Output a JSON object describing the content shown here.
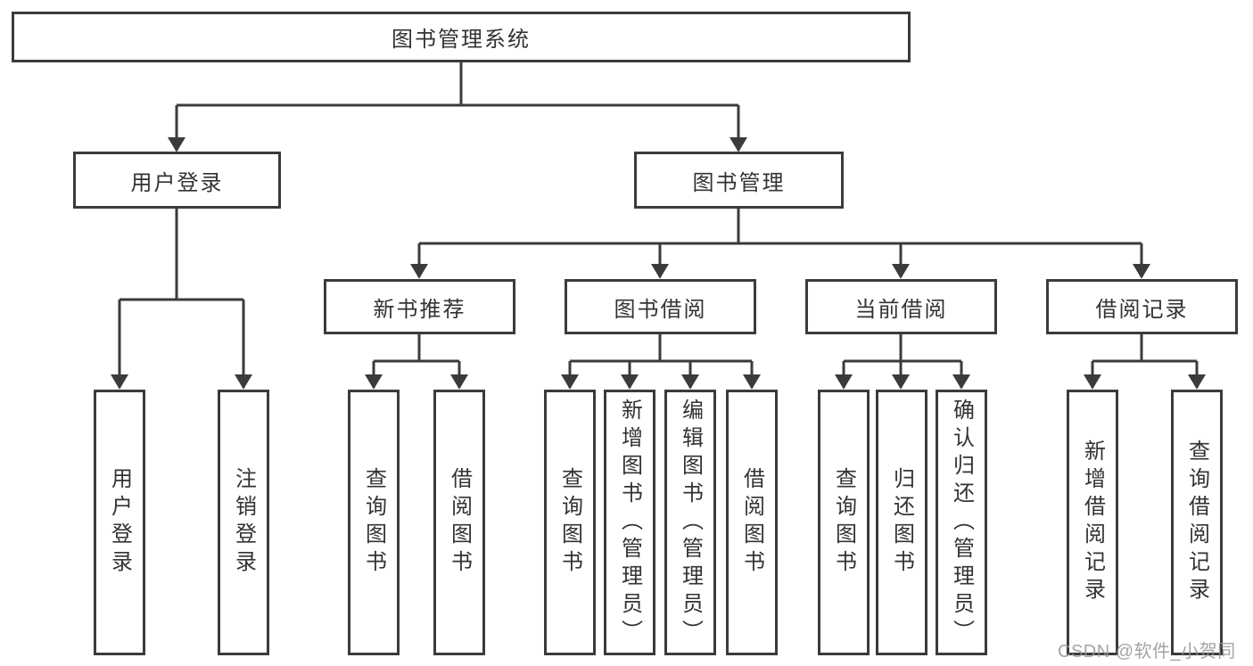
{
  "diagram_title": "图书管理系统",
  "watermark": "CSDN @软件_小贺同学",
  "colors": {
    "line": "#3b3b3b",
    "text": "#333333",
    "box_fill": "#ffffff",
    "background": "#ffffff",
    "watermark": "#949494"
  },
  "nodes": {
    "root": "图书管理系统",
    "level2": [
      {
        "label": "用户登录"
      },
      {
        "label": "图书管理"
      }
    ],
    "user_login_children": [
      "用户登录",
      "注销登录"
    ],
    "level3": [
      {
        "label": "新书推荐"
      },
      {
        "label": "图书借阅"
      },
      {
        "label": "当前借阅"
      },
      {
        "label": "借阅记录"
      }
    ],
    "new_book_children": [
      "查询图书",
      "借阅图书"
    ],
    "book_borrow_children": [
      "查询图书",
      "新增图书（管理员）",
      "编辑图书（管理员）",
      "借阅图书"
    ],
    "current_borrow_children": [
      "查询图书",
      "归还图书",
      "确认归还（管理员）"
    ],
    "borrow_record_children": [
      "新增借阅记录",
      "查询借阅记录"
    ]
  }
}
